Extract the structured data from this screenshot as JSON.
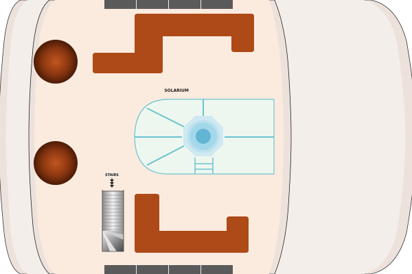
{
  "plan": {
    "labels": {
      "solarium": "SOLARIUM",
      "stairs": "STAIRS"
    },
    "colors": {
      "outer_hull": "#f4eeeb",
      "outer_hull_edge": "#ede2db",
      "deck_floor": "#fbebdf",
      "deck_edge": "#ede2db",
      "furniture": "#ae4a18",
      "column_center": "#b8511e",
      "column_edge": "#4a1a06",
      "vent_grille": "#5a5a5a",
      "solarium_fill": "#eef7ef",
      "solarium_line": "#6cc3cf",
      "pool_outer": "#cfe9f2",
      "pool_mid": "#a3d8ea",
      "pool_inner": "#63b5d4"
    },
    "elements": {
      "columns": [
        "column-top-left",
        "column-bottom-left"
      ],
      "vents": [
        "vent-top",
        "vent-bottom"
      ],
      "furniture": [
        "lounge-top",
        "lounge-bottom"
      ],
      "solarium": "solarium-room",
      "stairs": "staircase"
    }
  }
}
